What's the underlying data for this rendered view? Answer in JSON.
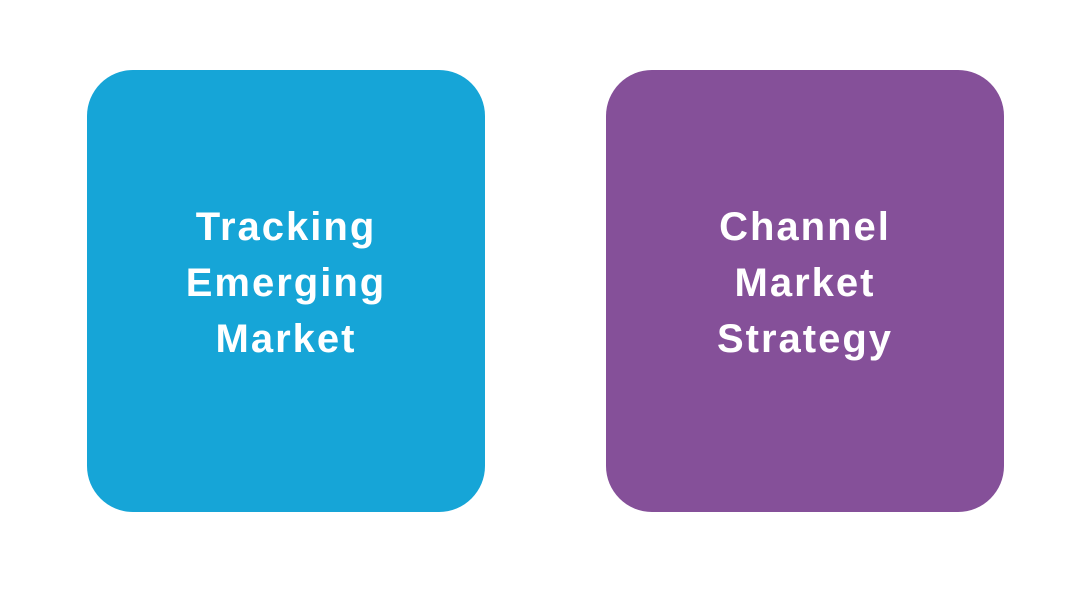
{
  "boxes": [
    {
      "lines": [
        "Tracking",
        "Emerging",
        "Market"
      ],
      "color": "#16A5D7"
    },
    {
      "lines": [
        "Channel",
        "Market",
        "Strategy"
      ],
      "color": "#855099"
    }
  ]
}
